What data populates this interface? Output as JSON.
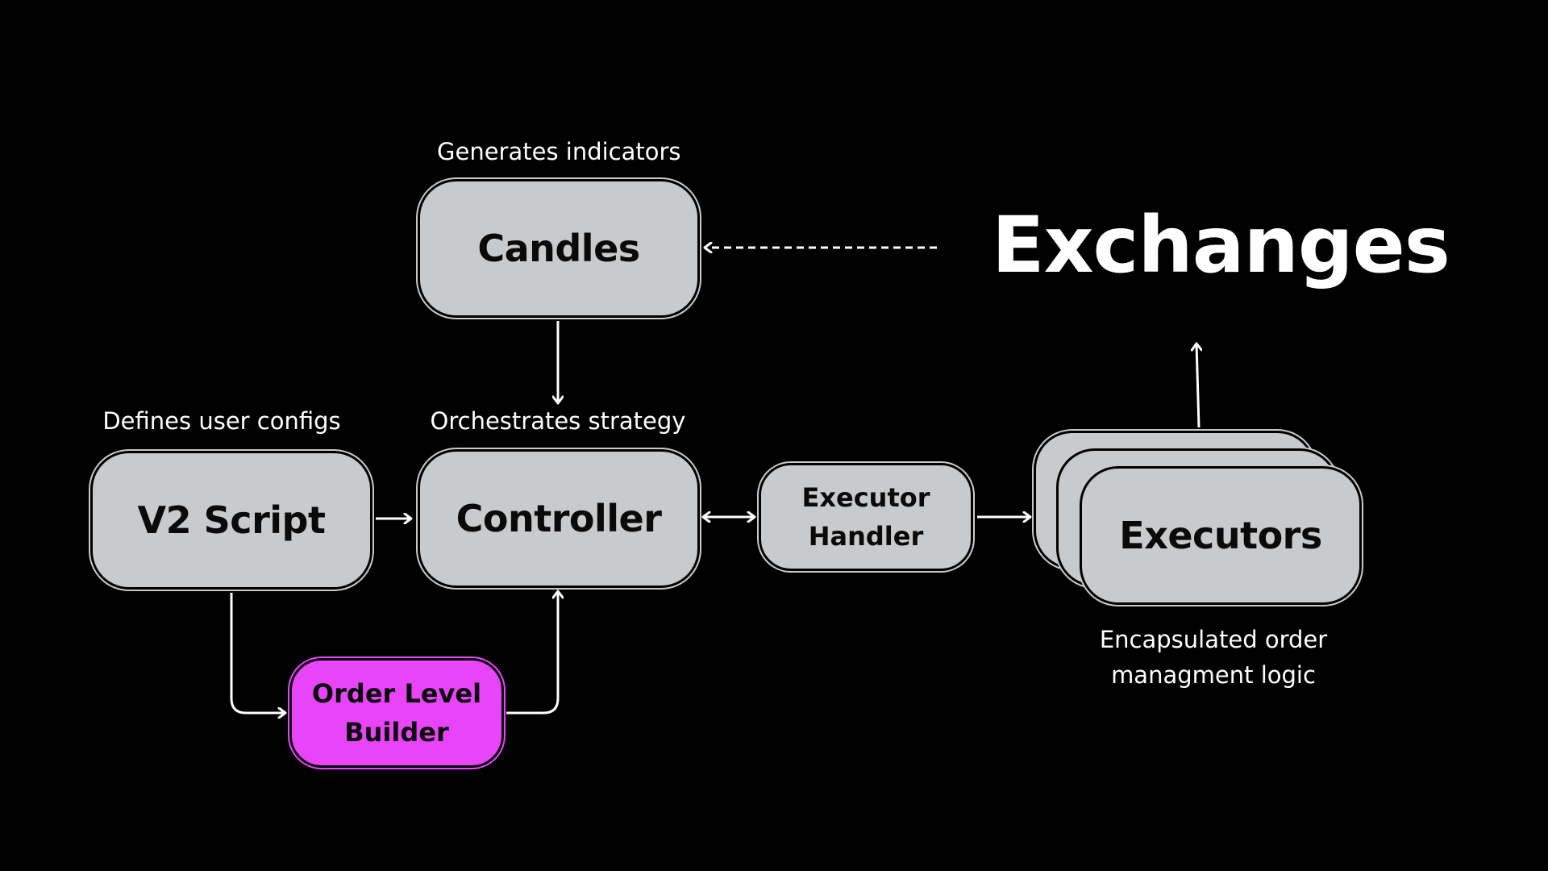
{
  "colors": {
    "background": "#000000",
    "box_fill": "#c8cacc",
    "highlight_fill": "#e845fb",
    "text_light": "#ffffff",
    "text_dark": "#0a0a0a"
  },
  "nodes": {
    "candles": "Candles",
    "v2_script": "V2 Script",
    "controller": "Controller",
    "executor_handler": [
      "Executor",
      "Handler"
    ],
    "executors": "Executors",
    "order_level_builder": [
      "Order Level",
      "Builder"
    ],
    "exchanges": "Exchanges"
  },
  "captions": {
    "candles": "Generates indicators",
    "v2_script": "Defines user configs",
    "controller": "Orchestrates strategy",
    "executors": [
      "Encapsulated order",
      "managment logic"
    ]
  },
  "edges": [
    {
      "from": "exchanges",
      "to": "candles",
      "style": "dashed"
    },
    {
      "from": "candles",
      "to": "controller",
      "style": "solid"
    },
    {
      "from": "v2_script",
      "to": "controller",
      "style": "solid"
    },
    {
      "from": "controller",
      "to": "executor_handler",
      "style": "solid",
      "bidirectional": true
    },
    {
      "from": "executor_handler",
      "to": "executors",
      "style": "solid"
    },
    {
      "from": "executors",
      "to": "exchanges",
      "style": "solid"
    },
    {
      "from": "v2_script",
      "to": "order_level_builder",
      "style": "solid"
    },
    {
      "from": "order_level_builder",
      "to": "controller",
      "style": "solid"
    }
  ]
}
